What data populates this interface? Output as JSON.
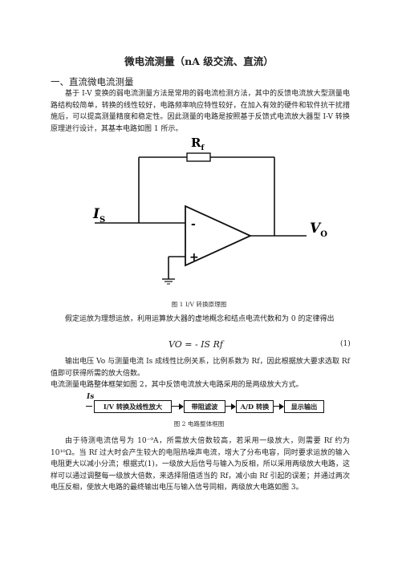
{
  "title": "微电流测量（nA 级交流、直流）",
  "section1": "一、直流微电流测量",
  "para1": "基于 I-V 变换的弱电流测量方法是常用的弱电流检测方法，其中的反馈电流放大型测量电路结构较简单，转换的线性较好，电路频率响应特性较好，在加入有效的硬件和软件抗干扰措施后，可以提高测量精度和稳定性。因此测量的电路是按照基于反馈式电流放大器型 I-V 转换原理进行设计，其基本电路如图 1 所示。",
  "fig1": {
    "rf": "R",
    "rf_sub": "f",
    "is": "I",
    "is_sub": "S",
    "vo": "V",
    "vo_sub": "O",
    "minus": "-",
    "plus": "+",
    "caption": "图 1 I/V 转换原理图"
  },
  "para2": "假定运放为理想运放，利用运算放大器的虚地概念和结点电流代数和为 0 的定律得出",
  "equation": "VO = - IS Rf",
  "equation_number": "(1)",
  "para3": "输出电压 Vo 与测量电流 Is 成线性比例关系，比例系数为 Rf，因此根据放大要求选取 Rf 值即可获得所需的放大倍数。",
  "para4": "电流测量电路整体框架如图 2，其中反馈电流放大电路采用的是两级放大方式。",
  "fig2": {
    "input": "Is",
    "blocks": [
      "I/V 转换及线性放大",
      "带阻滤波",
      "A/D 转换",
      "显示输出"
    ],
    "caption": "图 2 电路整体框图"
  },
  "para5": "由于待测电流信号为 10⁻⁹A，所需放大倍数较高，若采用一级放大，则需要 Rf 约为 10¹⁰Ω。当 Rf 过大时会产生较大的电阻热噪声电流，增大了分布电容，同时要求运放的输入电阻更大以减小分流；根据式(1)，一级放大后信号与输入为反相，所以采用两级放大电路，这样可以通过调整每一级放大倍数，来选择阻值适当的 Rf，减小由 Rf 引起的误差；并通过两次电压反相，使放大电路的最终输出电压与输入信号同相，两级放大电路如图 3。"
}
